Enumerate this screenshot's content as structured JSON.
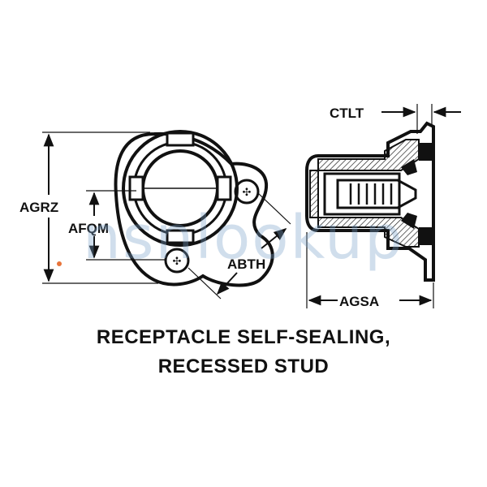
{
  "dimensions": {
    "agrz": "AGRZ",
    "afqm": "AFQM",
    "abth": "ABTH",
    "ctlt": "CTLT",
    "agsa": "AGSA"
  },
  "caption": {
    "line1": "RECEPTACLE SELF-SEALING,",
    "line2": "RECESSED STUD"
  },
  "watermark": "nsnlookup",
  "colors": {
    "ink": "#111111",
    "watermark": "#78a0c8",
    "accent_dot": "#e8743a"
  }
}
